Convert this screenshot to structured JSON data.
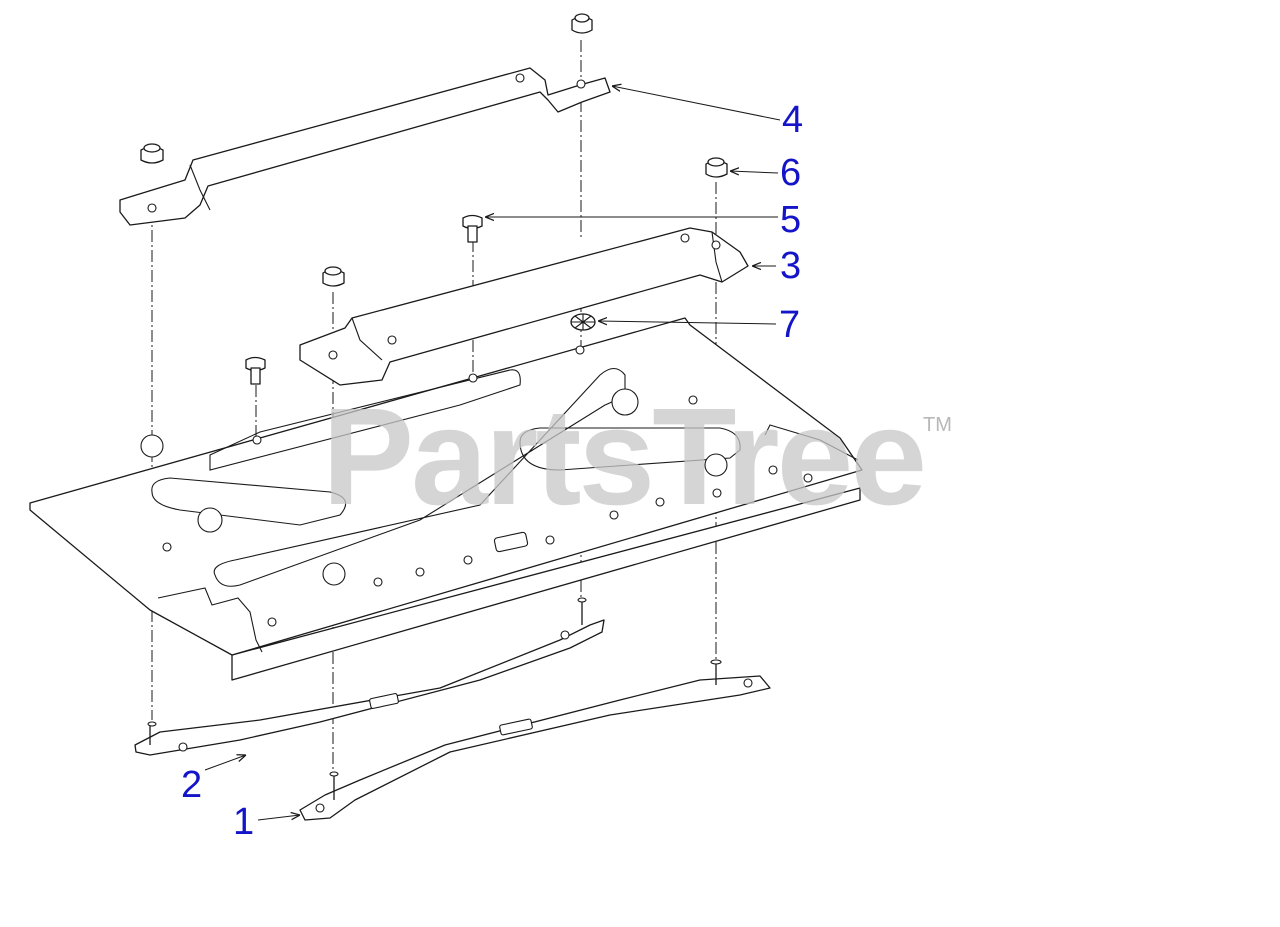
{
  "watermark": {
    "text": "PartsTree",
    "trademark": "TM",
    "color": "#c8c8c8"
  },
  "callout_color": "#1414c8",
  "callouts": [
    {
      "id": 1,
      "label": "1"
    },
    {
      "id": 2,
      "label": "2"
    },
    {
      "id": 3,
      "label": "3"
    },
    {
      "id": 4,
      "label": "4"
    },
    {
      "id": 5,
      "label": "5"
    },
    {
      "id": 6,
      "label": "6"
    },
    {
      "id": 7,
      "label": "7"
    }
  ]
}
